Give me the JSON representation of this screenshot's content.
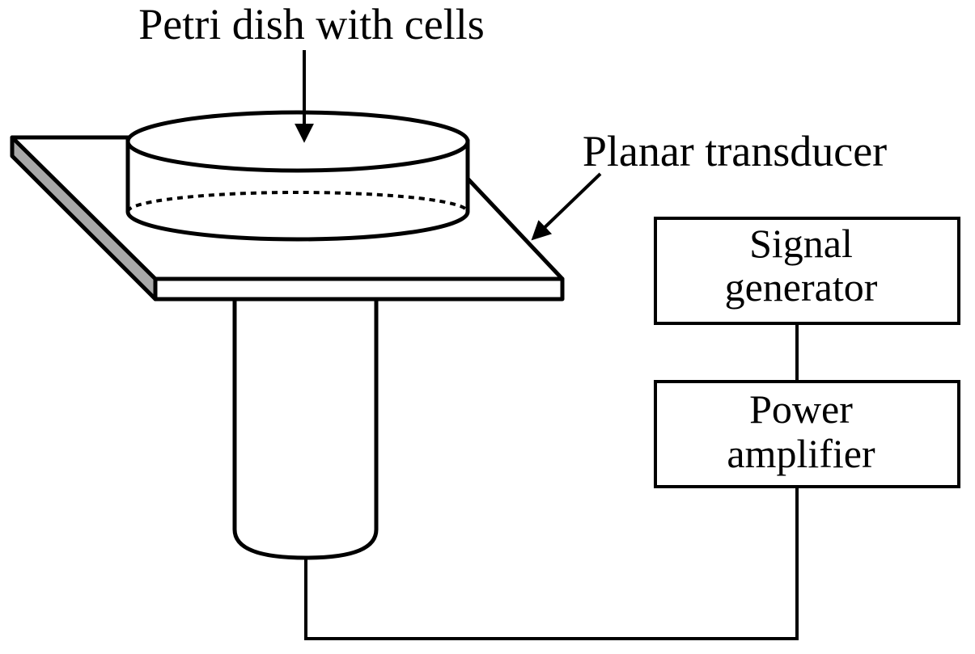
{
  "labels": {
    "petri_dish": "Petri dish with cells",
    "planar_transducer": "Planar transducer"
  },
  "boxes": {
    "signal_generator": {
      "line1": "Signal",
      "line2": "generator"
    },
    "power_amplifier": {
      "line1": "Power",
      "line2": "amplifier"
    }
  },
  "colors": {
    "ink": "#000000",
    "plate_edge": "#a8a8a8",
    "background": "#ffffff"
  }
}
